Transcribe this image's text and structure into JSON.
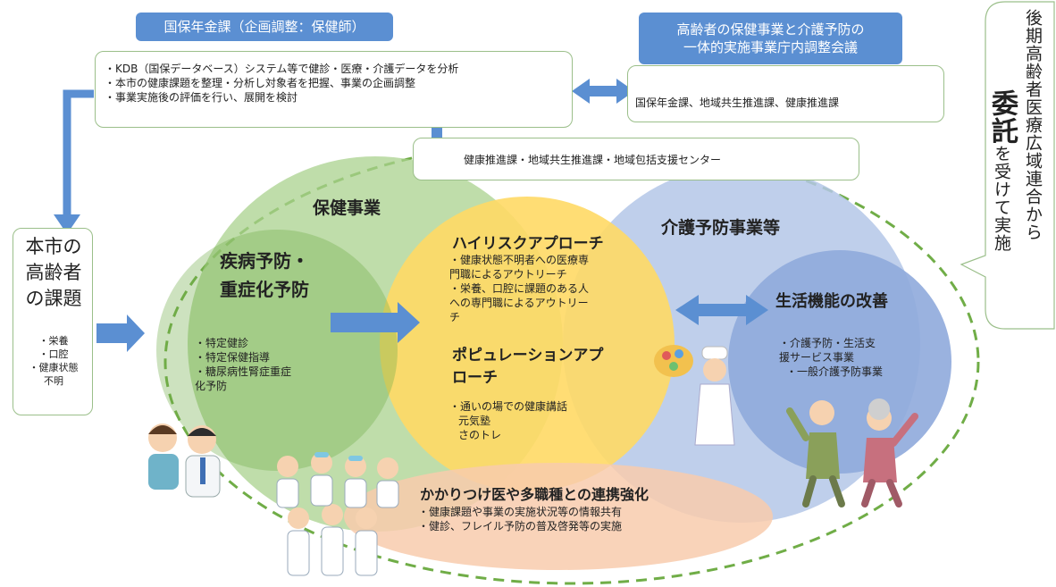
{
  "top_left": {
    "label": "国保年金課（企画調整：保健師）",
    "items": [
      "・KDB（国保データベース）システム等で健診・医療・介護データを分析",
      "・本市の健康課題を整理・分析し対象者を把握、事業の企画調整",
      "・事業実施後の評価を行い、展開を検討"
    ]
  },
  "top_right": {
    "label_line1": "高齢者の保健事業と介護予防の",
    "label_line2": "一体的実施事業庁内調整会議",
    "members": "国保年金課、地域共生推進課、健康推進課"
  },
  "mid_box": {
    "text": "健康推進課・地域共生推進課・地域包括支援センター"
  },
  "delegation": {
    "before": "後期高齢者医療広域連合から",
    "big": "委託",
    "after": "を受けて実施"
  },
  "issues": {
    "title_lines": [
      "本市の",
      "高齢者",
      "の課題"
    ],
    "items": [
      "・栄養",
      "・口腔",
      "・健康状態",
      "不明"
    ]
  },
  "health_program": {
    "title": "保健事業",
    "sub_title_line1": "疾病予防・",
    "sub_title_line2": "重症化予防",
    "items": [
      "・特定健診",
      "・特定保健指導",
      "・糖尿病性腎症重症",
      "化予防"
    ]
  },
  "high_risk": {
    "title": "ハイリスクアプローチ",
    "items": [
      "・健康状態不明者への医療専",
      "門職によるアウトリーチ",
      "・栄養、口腔に課題のある人",
      "への専門職によるアウトリー",
      "チ"
    ]
  },
  "population": {
    "title_line1": "ポピュレーションアプ",
    "title_line2": "ローチ",
    "items": [
      "・通いの場での健康講話",
      "元気塾",
      "さのトレ"
    ]
  },
  "care_prevention": {
    "title": "介護予防事業等"
  },
  "life_function": {
    "title": "生活機能の改善",
    "items": [
      "・介護予防・生活支",
      "援サービス事業",
      "・一般介護予防事業"
    ]
  },
  "collaboration": {
    "title": "かかりつけ医や多職種との連携強化",
    "items": [
      "・健康課題や事業の実施状況等の情報共有",
      "・健診、フレイル予防の普及啓発等の実施"
    ]
  },
  "colors": {
    "blue_label": "#5b8fd2",
    "arrow_blue": "#5b8fd2",
    "green_circle": "#a9d18e",
    "yellow_circle": "#ffd965",
    "blue_circle": "#b4c7e7",
    "dark_blue_circle": "#8faadc",
    "peach_ellipse": "#f8cbad",
    "dashed_green": "#70ad47"
  }
}
